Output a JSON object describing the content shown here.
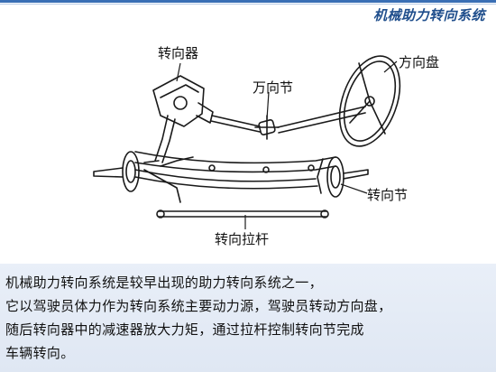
{
  "header": {
    "title": "机械助力转向系统"
  },
  "diagram": {
    "labels": {
      "steering_gear": "转向器",
      "universal_joint": "万向节",
      "steering_wheel": "方向盘",
      "steering_knuckle": "转向节",
      "tie_rod": "转向拉杆"
    }
  },
  "description": {
    "lines": [
      "机械助力转向系统是较早出现的助力转向系统之一，",
      "它以驾驶员体力作为转向系统主要动力源，驾驶员转动方向盘，",
      "随后转向器中的减速器放大力矩，通过拉杆控制转向节完成",
      "车辆转向。"
    ]
  },
  "colors": {
    "title": "#1f4e8c",
    "header_bar": "#3a6fb5",
    "panel": "#e5ecf6"
  }
}
